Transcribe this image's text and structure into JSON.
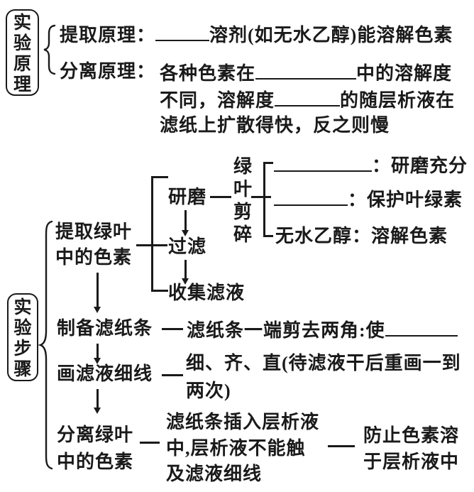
{
  "colors": {
    "ink": "#1a1a1a",
    "paper": "#ffffff"
  },
  "principle": {
    "box_label": "实验原理",
    "extract": {
      "label": "提取原理：",
      "after_blank": "溶剂(如无水乙醇)能溶解色素"
    },
    "separate": {
      "label": "分离原理：",
      "l1_pre": "各种色素在",
      "l1_post": "中的溶解度",
      "l2_pre": "不同，溶解度",
      "l2_post": "的随层析液在",
      "l3": "滤纸上扩散得快，反之则慢"
    }
  },
  "steps": {
    "box_label": "实验步骤",
    "extract": {
      "name_l1": "提取绿叶",
      "name_l2": "中的色素",
      "grind": "研磨",
      "filter": "过滤",
      "collect": "收集滤液",
      "leaf": "绿叶剪碎",
      "b1": "：研磨充分",
      "b2": "：保护叶绿素",
      "b3": "无水乙醇：溶解色素"
    },
    "prepare": {
      "name": "制备滤纸条",
      "desc": "滤纸条一端剪去两角:使"
    },
    "draw": {
      "name": "画滤液细线",
      "desc_l1": "细、齐、直(待滤液干后重画一到",
      "desc_l2": "两次)"
    },
    "separate": {
      "name_l1": "分离绿叶",
      "name_l2": "中的色素",
      "desc_l1": "滤纸条插入层析液",
      "desc_l2": "中,层析液不能触",
      "desc_l3": "及滤液细线",
      "note_l1": "防止色素溶",
      "note_l2": "于层析液中"
    }
  }
}
